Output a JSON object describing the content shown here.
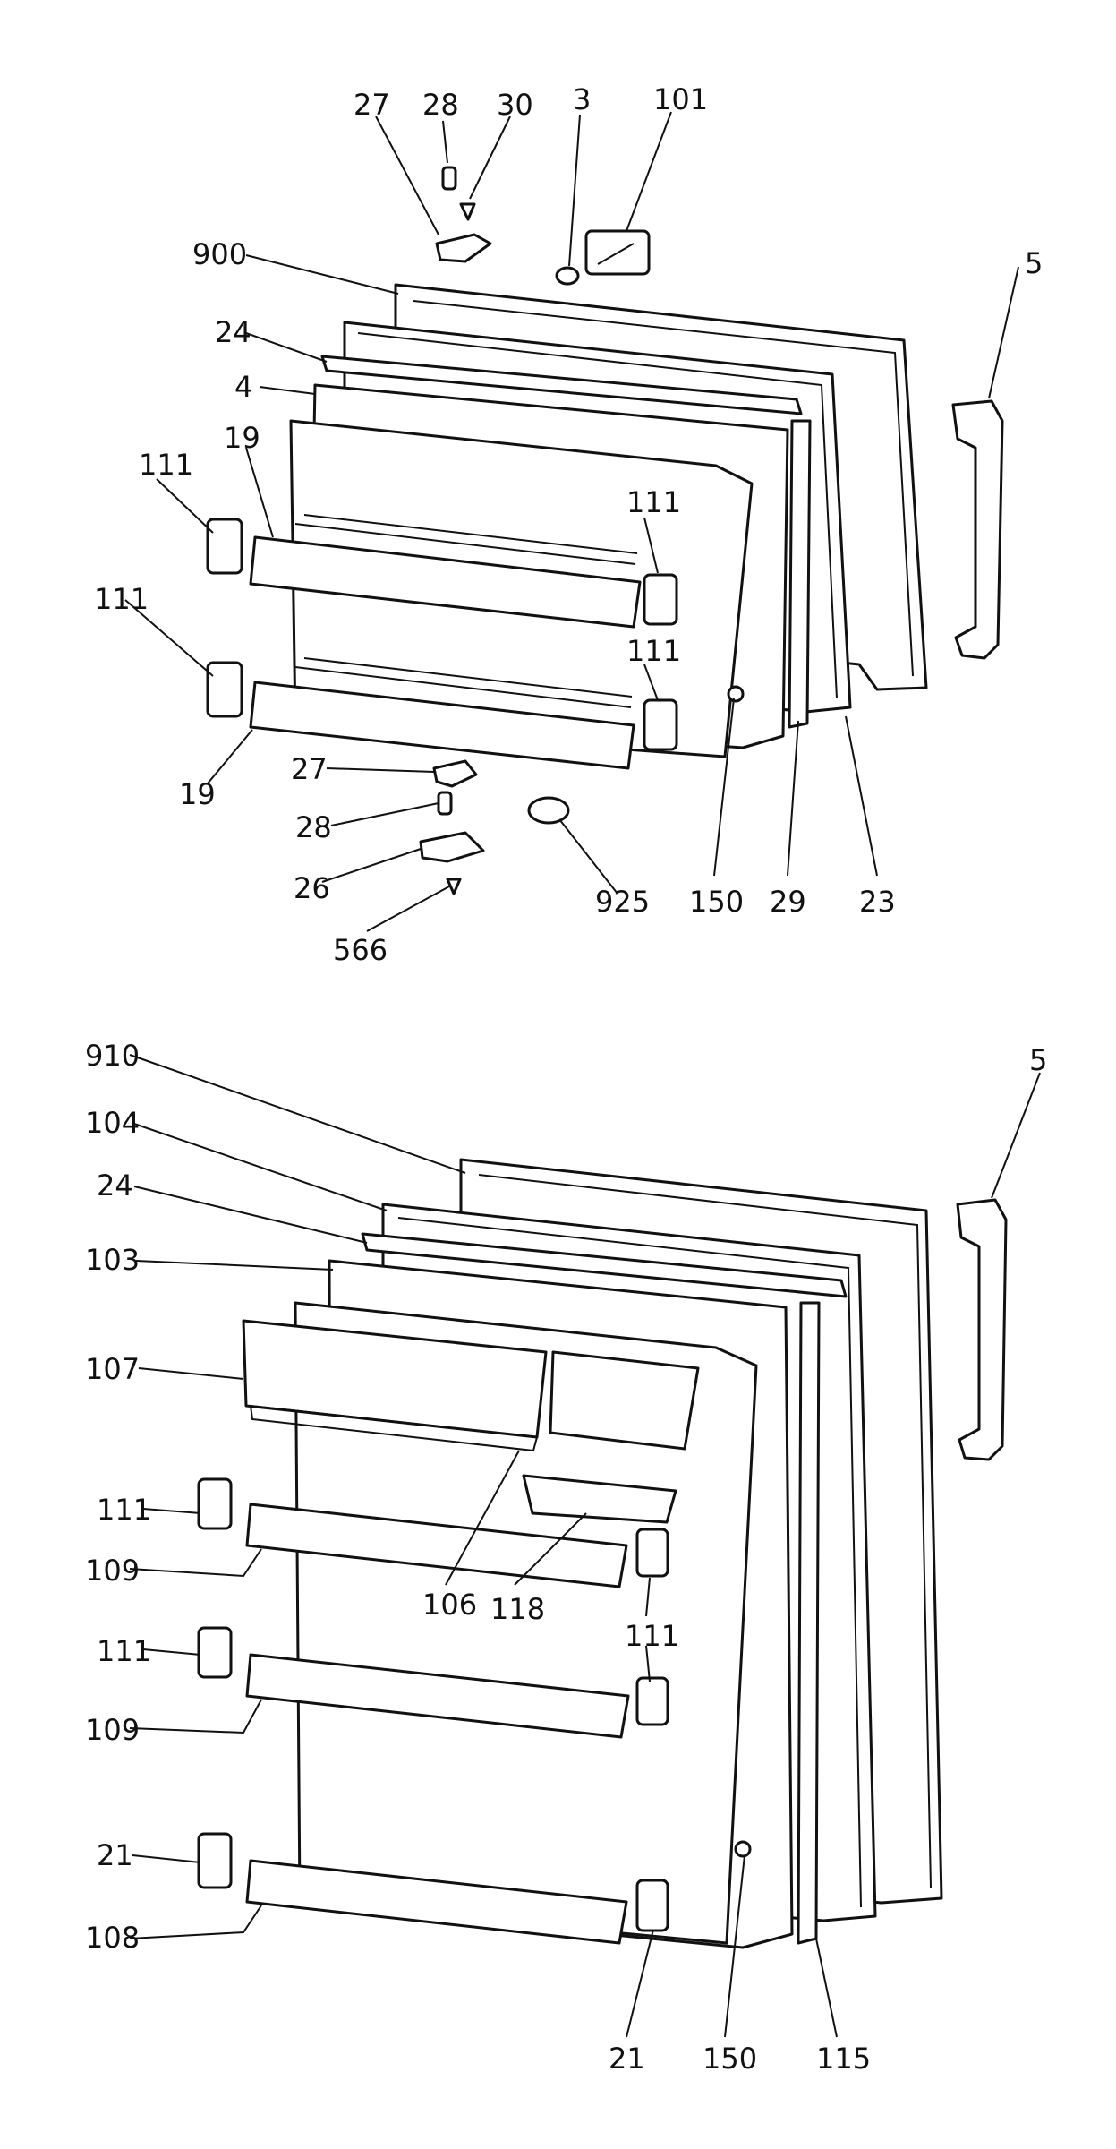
{
  "upper_door_callouts": {
    "c27": "27",
    "c28": "28",
    "c30": "30",
    "c3": "3",
    "c101": "101",
    "c900": "900",
    "c5": "5",
    "c24": "24",
    "c4": "4",
    "c111_left_top": "111",
    "c19_top": "19",
    "c111_right_top": "111",
    "c111_left_bottom": "111",
    "c111_right_bottom": "111",
    "c19_bottom": "19",
    "c27_lower": "27",
    "c28_lower": "28",
    "c26": "26",
    "c566": "566",
    "c925": "925",
    "c150": "150",
    "c29": "29",
    "c23": "23"
  },
  "lower_door_callouts": {
    "c910": "910",
    "c5": "5",
    "c104": "104",
    "c24": "24",
    "c103": "103",
    "c107": "107",
    "c111_top": "111",
    "c109_top": "109",
    "c106": "106",
    "c118": "118",
    "c111_right": "111",
    "c111_mid": "111",
    "c109_mid": "109",
    "c21_left": "21",
    "c108": "108",
    "c21_bottom": "21",
    "c150": "150",
    "c115": "115"
  }
}
